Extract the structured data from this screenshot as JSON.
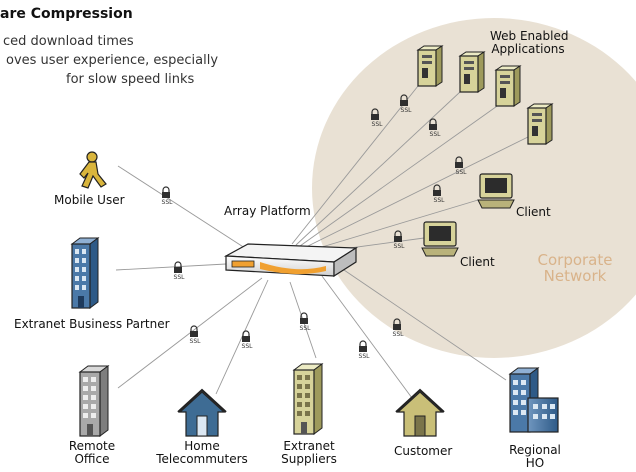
{
  "header": {
    "title": "are Compression",
    "lines": [
      "ced download times",
      "oves user experience, especially",
      "for slow speed links"
    ]
  },
  "labels": {
    "web_apps": [
      "Web Enabled",
      "Applications"
    ],
    "client_1": "Client",
    "client_2": "Client",
    "corporate": [
      "Corporate",
      "Network"
    ],
    "array_platform": "Array Platform",
    "mobile_user": "Mobile User",
    "extranet_partner": "Extranet Business Partner",
    "remote_office": [
      "Remote",
      "Office"
    ],
    "home_telecommuters": [
      "Home",
      "Telecommuters"
    ],
    "extranet_suppliers": [
      "Extranet",
      "Suppliers"
    ],
    "customer": "Customer",
    "regional_ho": [
      "Regional",
      "HO"
    ]
  },
  "ssl_label": "SSL",
  "colors": {
    "network_cloud": "#e9e1d4",
    "corporate_text": "#d9b38a",
    "server_fill": "#d7d39a",
    "building_blue": "#4b79a8",
    "house_blue": "#3e6c94",
    "house_khaki": "#c9bf78",
    "link_line": "#9a9a9a",
    "device_orange": "#f0a030"
  },
  "icons": [
    "walking-person-icon",
    "server-icon",
    "client-computer-icon",
    "building-icon",
    "house-icon",
    "lock-icon",
    "appliance-icon"
  ]
}
